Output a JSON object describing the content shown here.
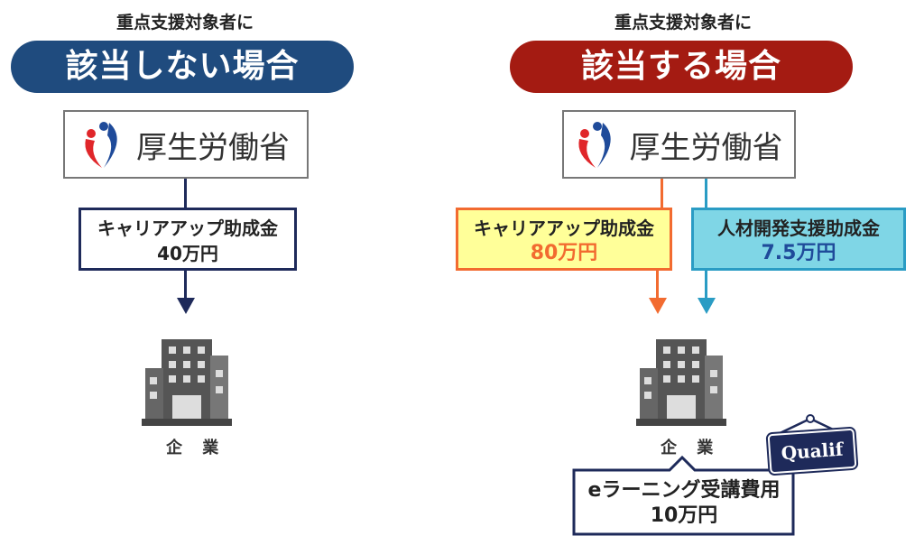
{
  "left": {
    "subtitle": "重点支援対象者に",
    "title": "該当しない場合",
    "ministry": "厚生労働省",
    "grant": {
      "name": "キャリアアップ助成金",
      "amount": "40万円"
    },
    "company": "企 業"
  },
  "right": {
    "subtitle": "重点支援対象者に",
    "title": "該当する場合",
    "ministry": "厚生労働省",
    "grant1": {
      "name": "キャリアアップ助成金",
      "amount": "80万円"
    },
    "grant2": {
      "name": "人材開発支援助成金",
      "amount": "7.5万円"
    },
    "company": "企 業",
    "cost": {
      "name": "eラーニング受講費用",
      "amount": "10万円"
    },
    "sign": "Qualif"
  },
  "colors": {
    "navy": "#1e2a5a",
    "blue_pill": "#1f4b7e",
    "red_pill": "#a41b12",
    "yellow": "#ffff99",
    "orange": "#f26b30",
    "cyan": "#7fd6e6",
    "teal": "#2a9cc4"
  }
}
